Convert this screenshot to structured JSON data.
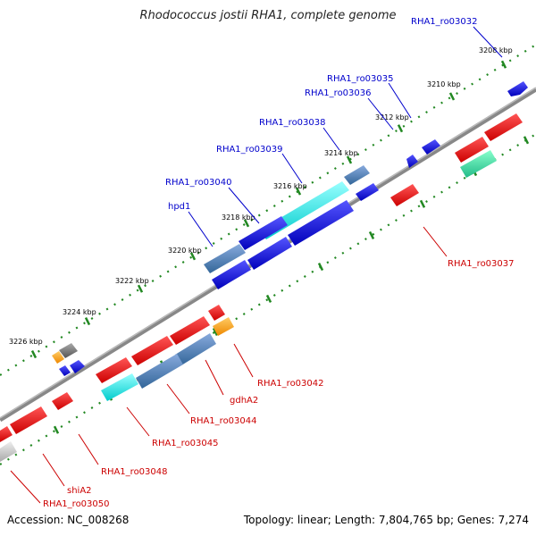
{
  "title": "Rhodococcus jostii RHA1, complete genome",
  "footer": {
    "accession": "Accession: NC_008268",
    "summary": "Topology: linear; Length: 7,804,765 bp; Genes: 7,274"
  },
  "ticks": [
    "3208 kbp",
    "3210 kbp",
    "3212 kbp",
    "3214 kbp",
    "3216 kbp",
    "3218 kbp",
    "3220 kbp",
    "3222 kbp",
    "3224 kbp",
    "3226 kbp"
  ],
  "labels": {
    "forward": [
      "RHA1_ro03032",
      "RHA1_ro03035",
      "RHA1_ro03036",
      "RHA1_ro03038",
      "RHA1_ro03039",
      "RHA1_ro03040",
      "hpd1"
    ],
    "reverse": [
      "RHA1_ro03037",
      "RHA1_ro03042",
      "gdhA2",
      "RHA1_ro03044",
      "RHA1_ro03045",
      "RHA1_ro03048",
      "shiA2",
      "RHA1_ro03050"
    ]
  },
  "colors": {
    "forward_label": "#0000cc",
    "reverse_label": "#cc0000",
    "axis": "#888888",
    "ruler": "#228822"
  }
}
